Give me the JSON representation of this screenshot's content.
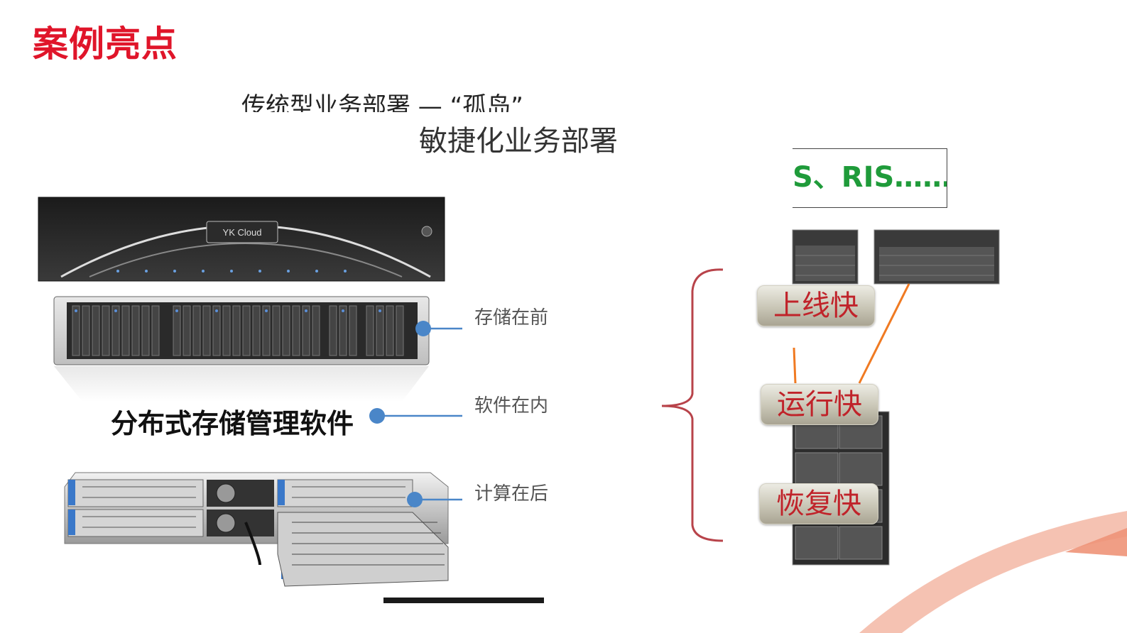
{
  "slide": {
    "title": "案例亮点",
    "traditional_heading": "传统型业务部署 — “孤岛”",
    "agile_heading": "敏捷化业务部署",
    "ris_text": "S、RIS……",
    "labels": {
      "storage_front": "存储在前",
      "software_inside": "软件在内",
      "compute_back": "计算在后",
      "distributed_software": "分布式存储管理软件",
      "brand": "YK Cloud"
    },
    "benefits": [
      "上线快",
      "运行快",
      "恢复快"
    ],
    "colors": {
      "title": "#e0152a",
      "ris_text": "#1f9b3a",
      "benefit_text": "#c0232a",
      "brace": "#b8434a",
      "connector": "#f07a22",
      "label_line": "#4a86c8",
      "decor": "#f3b7a4"
    }
  }
}
